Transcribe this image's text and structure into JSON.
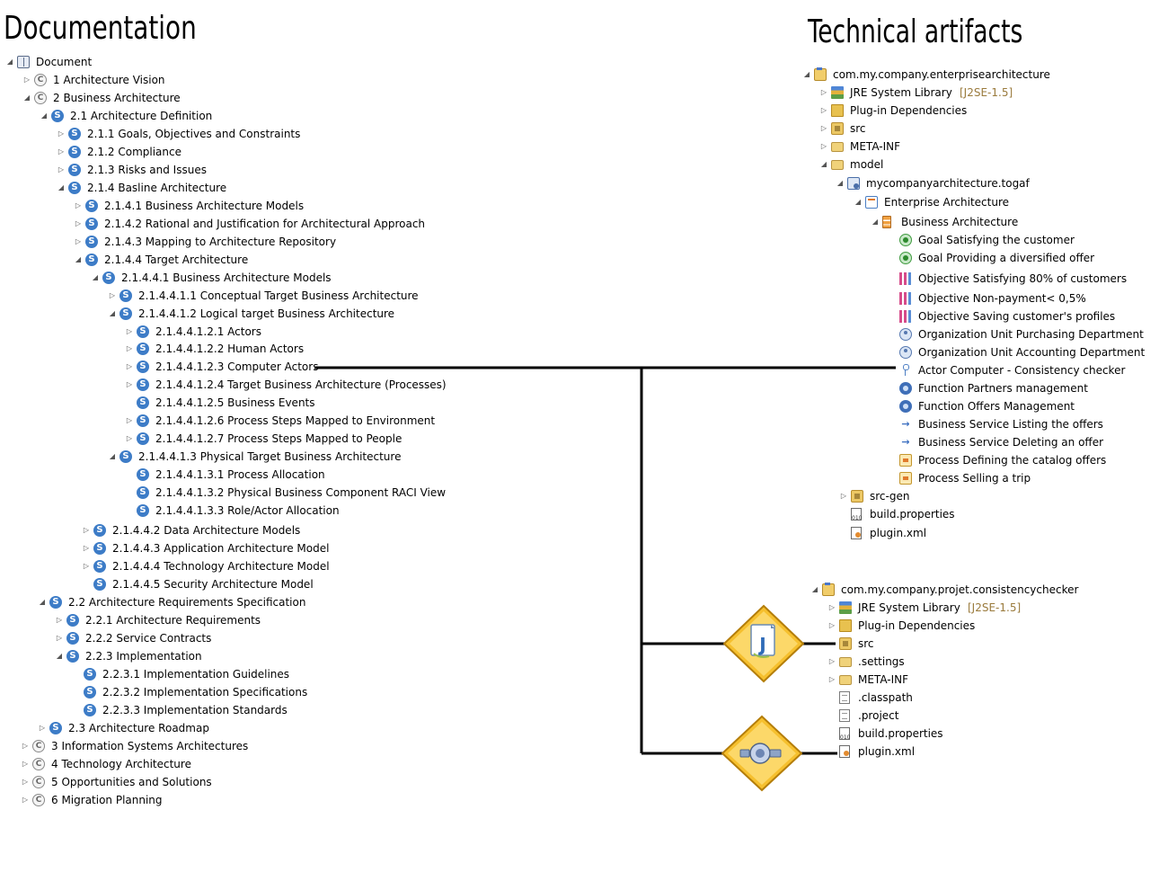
{
  "titles": {
    "documentation": "Documentation",
    "technical_artifacts": "Technical artifacts"
  },
  "documentation_tree": [
    {
      "label": "Document",
      "icon": "book-icon",
      "toggle": "expanded"
    },
    {
      "label": "1 Architecture Vision",
      "icon": "copyright-icon",
      "toggle": "collapsed"
    },
    {
      "label": "2 Business Architecture",
      "icon": "copyright-icon",
      "toggle": "expanded"
    },
    {
      "label": "2.1 Architecture Definition",
      "icon": "section-icon",
      "toggle": "expanded"
    },
    {
      "label": "2.1.1 Goals, Objectives and Constraints",
      "icon": "section-icon",
      "toggle": "collapsed"
    },
    {
      "label": "2.1.2 Compliance",
      "icon": "section-icon",
      "toggle": "collapsed"
    },
    {
      "label": "2.1.3 Risks and Issues",
      "icon": "section-icon",
      "toggle": "collapsed"
    },
    {
      "label": "2.1.4 Basline Architecture",
      "icon": "section-icon",
      "toggle": "expanded"
    },
    {
      "label": "2.1.4.1 Business Architecture Models",
      "icon": "section-icon",
      "toggle": "collapsed"
    },
    {
      "label": "2.1.4.2 Rational and Justification for Architectural Approach",
      "icon": "section-icon",
      "toggle": "collapsed"
    },
    {
      "label": "2.1.4.3 Mapping to Architecture Repository",
      "icon": "section-icon",
      "toggle": "collapsed"
    },
    {
      "label": "2.1.4.4 Target Architecture",
      "icon": "section-icon",
      "toggle": "expanded"
    },
    {
      "label": "2.1.4.4.1 Business Architecture Models",
      "icon": "section-icon",
      "toggle": "expanded"
    },
    {
      "label": "2.1.4.4.1.1 Conceptual Target Business Architecture",
      "icon": "section-icon",
      "toggle": "collapsed"
    },
    {
      "label": "2.1.4.4.1.2 Logical target Business Architecture",
      "icon": "section-icon",
      "toggle": "expanded"
    },
    {
      "label": "2.1.4.4.1.2.1 Actors",
      "icon": "section-icon",
      "toggle": "collapsed"
    },
    {
      "label": "2.1.4.4.1.2.2 Human Actors",
      "icon": "section-icon",
      "toggle": "collapsed"
    },
    {
      "label": "2.1.4.4.1.2.3 Computer Actors",
      "icon": "section-icon",
      "toggle": "collapsed"
    },
    {
      "label": "2.1.4.4.1.2.4 Target Business Architecture (Processes)",
      "icon": "section-icon",
      "toggle": "collapsed"
    },
    {
      "label": "2.1.4.4.1.2.5 Business Events",
      "icon": "section-icon",
      "toggle": "none"
    },
    {
      "label": "2.1.4.4.1.2.6 Process Steps Mapped to Environment",
      "icon": "section-icon",
      "toggle": "collapsed"
    },
    {
      "label": "2.1.4.4.1.2.7 Process Steps Mapped to People",
      "icon": "section-icon",
      "toggle": "collapsed"
    },
    {
      "label": "2.1.4.4.1.3 Physical Target Business Architecture",
      "icon": "section-icon",
      "toggle": "expanded"
    },
    {
      "label": "2.1.4.4.1.3.1 Process Allocation",
      "icon": "section-icon",
      "toggle": "none"
    },
    {
      "label": "2.1.4.4.1.3.2 Physical Business Component RACI View",
      "icon": "section-icon",
      "toggle": "none"
    },
    {
      "label": "2.1.4.4.1.3.3 Role/Actor Allocation",
      "icon": "section-icon",
      "toggle": "none"
    },
    {
      "label": "2.1.4.4.2 Data Architecture Models",
      "icon": "section-icon",
      "toggle": "collapsed"
    },
    {
      "label": "2.1.4.4.3 Application Architecture Model",
      "icon": "section-icon",
      "toggle": "collapsed"
    },
    {
      "label": "2.1.4.4.4 Technology Architecture Model",
      "icon": "section-icon",
      "toggle": "collapsed"
    },
    {
      "label": "2.1.4.4.5 Security Architecture Model",
      "icon": "section-icon",
      "toggle": "none"
    },
    {
      "label": "2.2 Architecture Requirements Specification",
      "icon": "section-icon",
      "toggle": "expanded"
    },
    {
      "label": "2.2.1 Architecture Requirements",
      "icon": "section-icon",
      "toggle": "collapsed"
    },
    {
      "label": "2.2.2 Service Contracts",
      "icon": "section-icon",
      "toggle": "collapsed"
    },
    {
      "label": "2.2.3 Implementation",
      "icon": "section-icon",
      "toggle": "expanded"
    },
    {
      "label": "2.2.3.1 Implementation Guidelines",
      "icon": "section-icon",
      "toggle": "none"
    },
    {
      "label": "2.2.3.2 Implementation Specifications",
      "icon": "section-icon",
      "toggle": "none"
    },
    {
      "label": "2.2.3.3 Implementation Standards",
      "icon": "section-icon",
      "toggle": "none"
    },
    {
      "label": "2.3 Architecture Roadmap",
      "icon": "section-icon",
      "toggle": "collapsed"
    },
    {
      "label": "3 Information Systems Architectures",
      "icon": "copyright-icon",
      "toggle": "collapsed"
    },
    {
      "label": "4 Technology Architecture",
      "icon": "copyright-icon",
      "toggle": "collapsed"
    },
    {
      "label": "5 Opportunities and Solutions",
      "icon": "copyright-icon",
      "toggle": "collapsed"
    },
    {
      "label": "6 Migration Planning",
      "icon": "copyright-icon",
      "toggle": "collapsed"
    }
  ],
  "artifacts_tree_1": [
    {
      "label": "com.my.company.enterprisearchitecture",
      "icon": "project-icon",
      "toggle": "expanded"
    },
    {
      "label": "JRE System Library",
      "suffix": "[J2SE-1.5]",
      "icon": "library-icon",
      "toggle": "collapsed"
    },
    {
      "label": "Plug-in Dependencies",
      "icon": "plugin-deps-icon",
      "toggle": "collapsed"
    },
    {
      "label": "src",
      "icon": "package-folder-icon",
      "toggle": "collapsed"
    },
    {
      "label": "META-INF",
      "icon": "folder-icon",
      "toggle": "collapsed"
    },
    {
      "label": "model",
      "icon": "folder-icon",
      "toggle": "expanded"
    },
    {
      "label": "mycompanyarchitecture.togaf",
      "icon": "model-file-icon",
      "toggle": "expanded"
    },
    {
      "label": "Enterprise Architecture",
      "icon": "architecture-icon",
      "toggle": "expanded"
    },
    {
      "label": "Business Architecture",
      "icon": "business-architecture-icon",
      "toggle": "expanded"
    },
    {
      "label": "Goal Satisfying the customer",
      "icon": "goal-icon",
      "toggle": "none"
    },
    {
      "label": "Goal Providing a diversified offer",
      "icon": "goal-icon",
      "toggle": "none"
    },
    {
      "label": "Objective Satisfying 80% of customers",
      "icon": "objective-icon",
      "toggle": "none"
    },
    {
      "label": "Objective Non-payment< 0,5%",
      "icon": "objective-icon",
      "toggle": "none"
    },
    {
      "label": "Objective Saving customer's profiles",
      "icon": "objective-icon",
      "toggle": "none"
    },
    {
      "label": "Organization Unit Purchasing Department",
      "icon": "organization-icon",
      "toggle": "none"
    },
    {
      "label": "Organization Unit Accounting Department",
      "icon": "organization-icon",
      "toggle": "none"
    },
    {
      "label": "Actor Computer - Consistency checker",
      "icon": "actor-icon",
      "toggle": "none"
    },
    {
      "label": "Function Partners management",
      "icon": "function-icon",
      "toggle": "none"
    },
    {
      "label": "Function Offers Management",
      "icon": "function-icon",
      "toggle": "none"
    },
    {
      "label": "Business Service Listing the offers",
      "icon": "service-icon",
      "toggle": "none"
    },
    {
      "label": "Business Service Deleting an offer",
      "icon": "service-icon",
      "toggle": "none"
    },
    {
      "label": "Process Defining the catalog offers",
      "icon": "process-icon",
      "toggle": "none"
    },
    {
      "label": "Process Selling a trip",
      "icon": "process-icon",
      "toggle": "none"
    },
    {
      "label": "src-gen",
      "icon": "package-folder-icon",
      "toggle": "collapsed"
    },
    {
      "label": "build.properties",
      "icon": "properties-file-icon",
      "toggle": "none"
    },
    {
      "label": "plugin.xml",
      "icon": "xml-file-icon",
      "toggle": "none"
    }
  ],
  "artifacts_tree_2": [
    {
      "label": "com.my.company.projet.consistencychecker",
      "icon": "project-icon",
      "toggle": "expanded"
    },
    {
      "label": "JRE System Library",
      "suffix": "[J2SE-1.5]",
      "icon": "library-icon",
      "toggle": "collapsed"
    },
    {
      "label": "Plug-in Dependencies",
      "icon": "plugin-deps-icon",
      "toggle": "collapsed"
    },
    {
      "label": "src",
      "icon": "package-folder-icon",
      "toggle": "none"
    },
    {
      "label": ".settings",
      "icon": "folder-icon",
      "toggle": "collapsed"
    },
    {
      "label": "META-INF",
      "icon": "folder-icon",
      "toggle": "collapsed"
    },
    {
      "label": ".classpath",
      "icon": "file-icon",
      "toggle": "none"
    },
    {
      "label": ".project",
      "icon": "file-icon",
      "toggle": "none"
    },
    {
      "label": "build.properties",
      "icon": "properties-file-icon",
      "toggle": "none"
    },
    {
      "label": "plugin.xml",
      "icon": "xml-file-icon",
      "toggle": "none"
    }
  ],
  "connector": {
    "from": "2.1.4.4.1.2.3 Computer Actors",
    "to": [
      "Actor Computer - Consistency checker",
      "src",
      "plugin.xml"
    ],
    "badges": [
      "java-source-badge-icon",
      "plugin-badge-icon"
    ],
    "badge_glyph_java": "J",
    "colors": {
      "badge_fill": "#f6c02e",
      "badge_stroke": "#b47e0b",
      "line": "#000000"
    }
  }
}
